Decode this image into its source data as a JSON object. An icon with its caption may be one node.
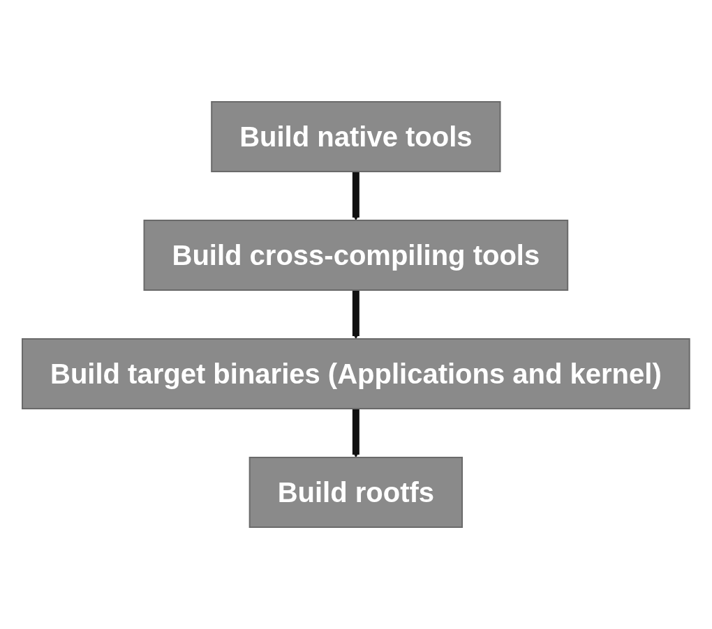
{
  "diagram": {
    "nodes": [
      {
        "text": [
          "Build native tools"
        ]
      },
      {
        "text": [
          "Build cross-compiling tools"
        ]
      },
      {
        "text": [
          "Build target binaries (Applications and kernel)"
        ]
      },
      {
        "text": [
          "Build rootfs"
        ]
      }
    ],
    "edges": [
      {
        "from": 0,
        "to": 1,
        "arrow": "to"
      },
      {
        "from": 1,
        "to": 2,
        "arrow": "to"
      },
      {
        "from": 2,
        "to": 3,
        "arrow": "to"
      }
    ]
  }
}
